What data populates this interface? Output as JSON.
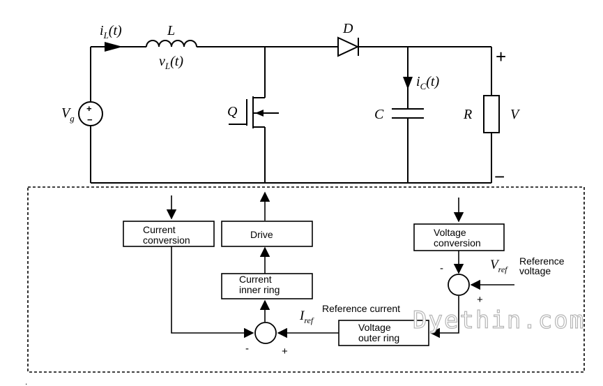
{
  "circuit": {
    "inductor_current": "i",
    "inductor_current_sub": "L",
    "inductor_current_arg": "(t)",
    "inductor": "L",
    "inductor_voltage": "v",
    "inductor_voltage_sub": "L",
    "inductor_voltage_arg": "(t)",
    "diode": "D",
    "capacitor_current": "i",
    "capacitor_current_sub": "C",
    "capacitor_current_arg": "(t)",
    "capacitor": "C",
    "resistor": "R",
    "output_voltage": "V",
    "source": "V",
    "source_sub": "g",
    "switch": "Q",
    "plus": "+",
    "minus": "−",
    "src_plus": "+",
    "src_minus": "−"
  },
  "control": {
    "current_conversion": [
      "Current",
      "conversion"
    ],
    "drive": "Drive",
    "voltage_conversion": [
      "Voltage",
      "conversion"
    ],
    "current_inner_ring": [
      "Current",
      "inner ring"
    ],
    "voltage_outer_ring": [
      "Voltage",
      "outer ring"
    ],
    "reference_current": "Reference current",
    "reference_voltage": [
      "Reference",
      "voltage"
    ],
    "iref_symbol": "I",
    "iref_sub": "ref",
    "vref_symbol": "V",
    "vref_sub": "ref",
    "sum1_minus": "-",
    "sum1_plus": "+",
    "sum2_minus": "-",
    "sum2_plus": "+"
  },
  "watermark": "Dyethin.com",
  "footnote_dot": "."
}
